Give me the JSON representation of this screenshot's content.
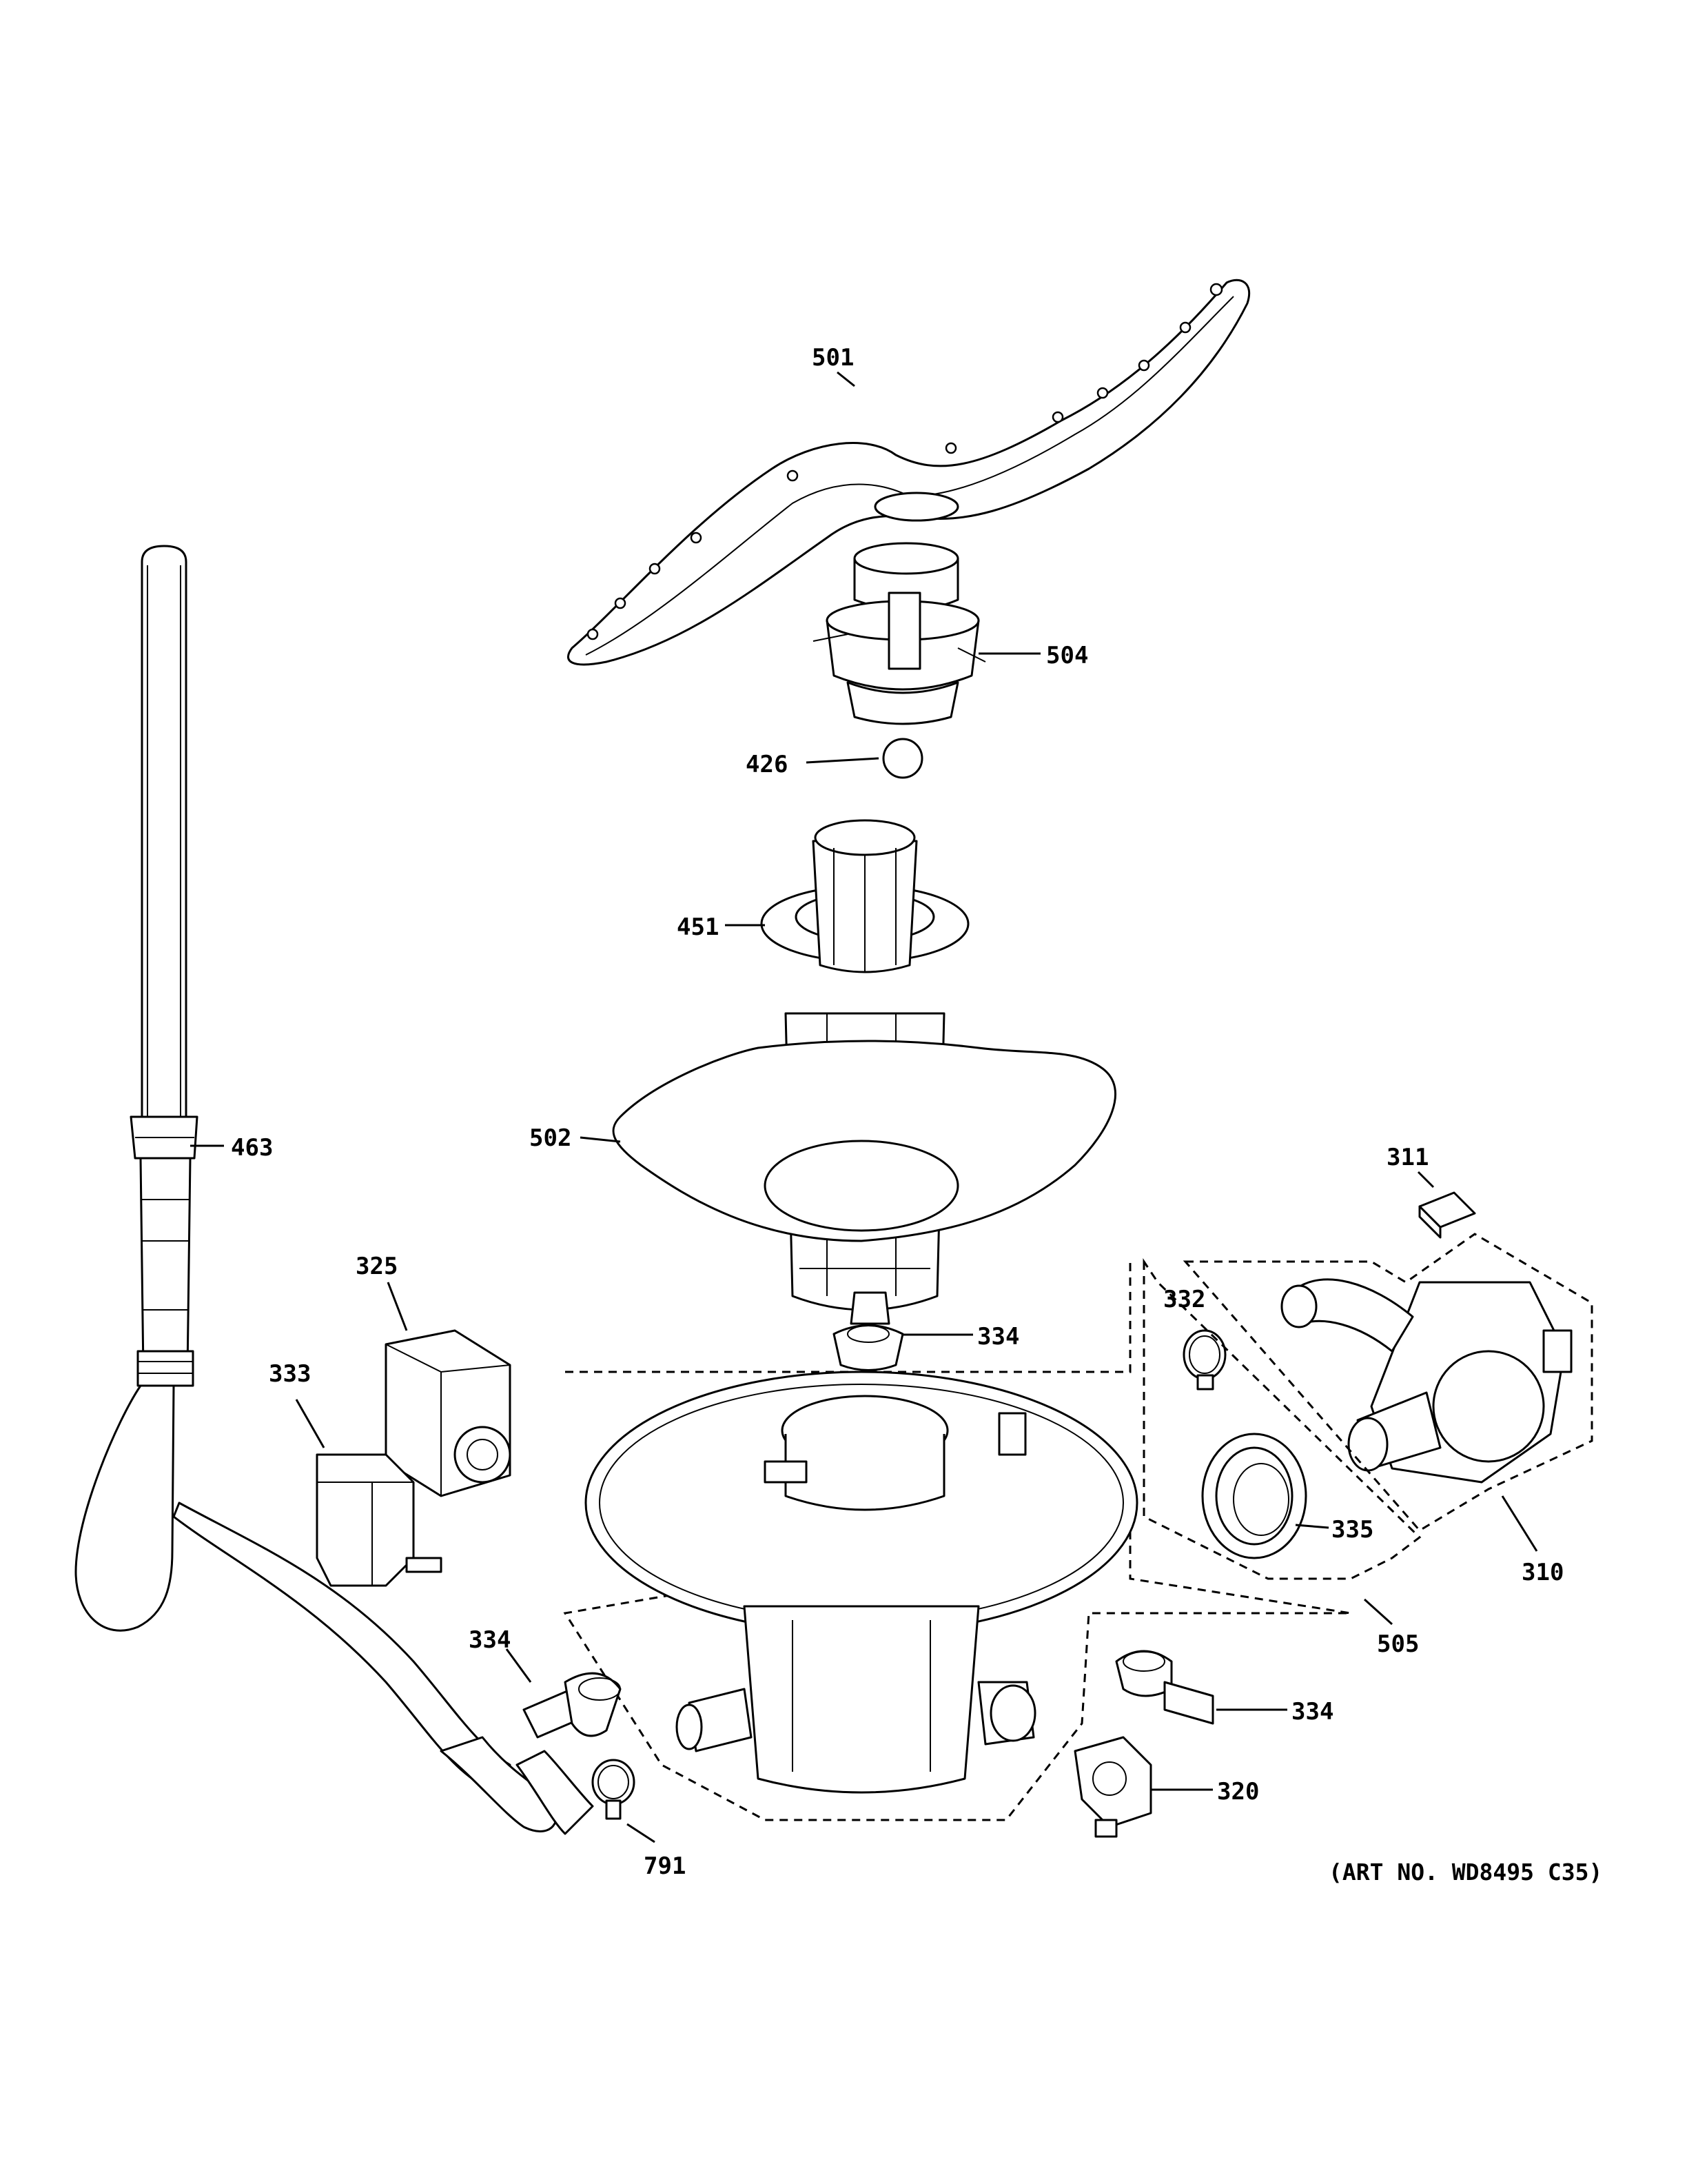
{
  "labels": {
    "p501": "501",
    "p504": "504",
    "p426": "426",
    "p451": "451",
    "p463": "463",
    "p502": "502",
    "p311": "311",
    "p325": "325",
    "p332": "332",
    "p334_top": "334",
    "p333": "333",
    "p335": "335",
    "p310": "310",
    "p505": "505",
    "p334_left": "334",
    "p334_right": "334",
    "p320": "320",
    "p791": "791"
  },
  "art_number": "(ART NO. WD8495 C35)"
}
